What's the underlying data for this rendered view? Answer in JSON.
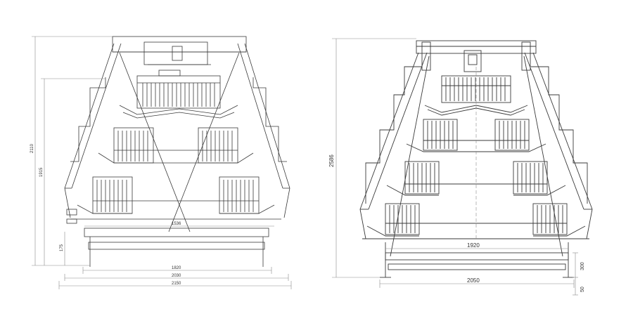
{
  "left_drawing": {
    "dimensions": {
      "overall_height": "2110",
      "frame_height": "1915",
      "inner_width": "1536",
      "bottom_small": "175",
      "base_width_1": "1820",
      "base_width_2": "2030",
      "base_width_3": "2150"
    }
  },
  "right_drawing": {
    "dimensions": {
      "overall_height": "2586",
      "inner_width": "1920",
      "base_width": "2050",
      "leg_height": "300",
      "foot_height": "50"
    }
  },
  "colors": {
    "line": "#3a3a3a",
    "light": "#8a8a8a",
    "fill": "#f4f4f4"
  }
}
